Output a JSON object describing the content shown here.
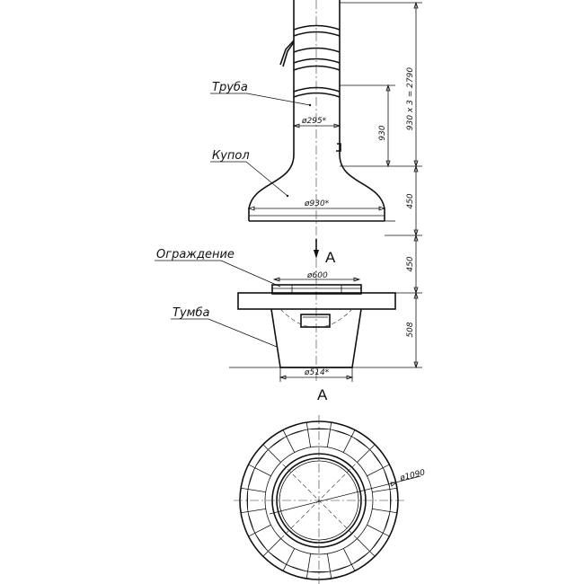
{
  "labels": {
    "pipe": "Труба",
    "dome": "Купол",
    "guard": "Ограждение",
    "base": "Тумба"
  },
  "dimensions": {
    "pipe_diameter": "ø295*",
    "dome_diameter": "ø930*",
    "guard_diameter": "ø600",
    "base_diameter": "ø514*",
    "plan_diameter": "ø1090",
    "pipe_section_height": "930",
    "pipe_total_height": "930 х 3 = 2790",
    "dome_height": "450",
    "gap_height": "450",
    "base_height": "508"
  },
  "view_marks": {
    "arrow": "А",
    "section": "А"
  }
}
